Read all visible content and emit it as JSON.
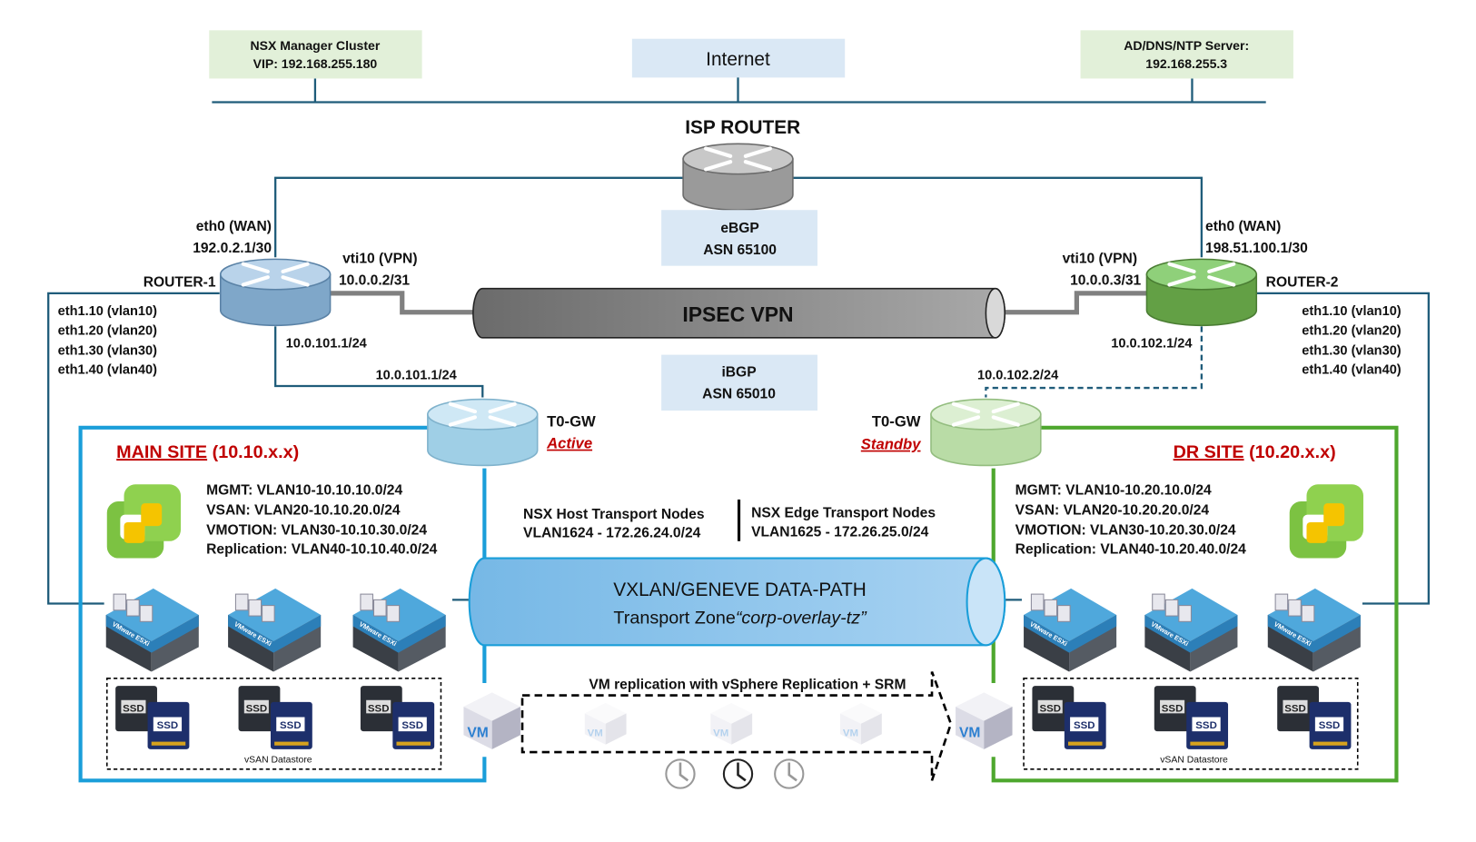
{
  "top": {
    "nsx_manager": {
      "line1": "NSX Manager Cluster",
      "line2": "VIP: 192.168.255.180"
    },
    "internet": "Internet",
    "ad_dns_ntp": {
      "line1": "AD/DNS/NTP Server:",
      "line2": "192.168.255.3"
    }
  },
  "isp_router": {
    "label": "ISP ROUTER"
  },
  "ebgp": {
    "line1": "eBGP",
    "line2": "ASN 65100"
  },
  "ibgp": {
    "line1": "iBGP",
    "line2": "ASN 65010"
  },
  "ipsec": {
    "label": "IPSEC VPN"
  },
  "router1": {
    "name": "ROUTER-1",
    "wan_if": "eth0 (WAN)",
    "wan_ip": "192.0.2.1/30",
    "vpn_if": "vti10 (VPN)",
    "vpn_ip": "10.0.0.2/31",
    "lan_ip": "10.0.101.1/24",
    "subifs": [
      "eth1.10 (vlan10)",
      "eth1.20 (vlan20)",
      "eth1.30 (vlan30)",
      "eth1.40 (vlan40)"
    ]
  },
  "router2": {
    "name": "ROUTER-2",
    "wan_if": "eth0 (WAN)",
    "wan_ip": "198.51.100.1/30",
    "vpn_if": "vti10 (VPN)",
    "vpn_ip": "10.0.0.3/31",
    "lan_ip": "10.0.102.1/24",
    "subifs": [
      "eth1.10 (vlan10)",
      "eth1.20 (vlan20)",
      "eth1.30 (vlan30)",
      "eth1.40 (vlan40)"
    ]
  },
  "t0_main": {
    "label": "T0-GW",
    "state": "Active",
    "uplink_ip": "10.0.101.1/24"
  },
  "t0_dr": {
    "label": "T0-GW",
    "state": "Standby",
    "uplink_ip": "10.0.102.2/24"
  },
  "main_site": {
    "title": "MAIN SITE",
    "subnet": "(10.10.x.x)",
    "vlans": [
      "MGMT: VLAN10-10.10.10.0/24",
      "VSAN: VLAN20-10.10.20.0/24",
      "VMOTION: VLAN30-10.10.30.0/24",
      "Replication: VLAN40-10.10.40.0/24"
    ],
    "datastore": "vSAN Datastore"
  },
  "dr_site": {
    "title": "DR SITE",
    "subnet": "(10.20.x.x)",
    "vlans": [
      "MGMT: VLAN10-10.20.10.0/24",
      "VSAN: VLAN20-10.20.20.0/24",
      "VMOTION: VLAN30-10.20.30.0/24",
      "Replication: VLAN40-10.20.40.0/24"
    ],
    "datastore": "vSAN Datastore"
  },
  "transport": {
    "host": {
      "line1": "NSX Host Transport Nodes",
      "line2": "VLAN1624 - 172.26.24.0/24"
    },
    "edge": {
      "line1": "NSX Edge Transport Nodes",
      "line2": "VLAN1625 - 172.26.25.0/24"
    }
  },
  "overlay": {
    "line1": "VXLAN/GENEVE DATA-PATH",
    "line2_prefix": "Transport Zone",
    "tz_name": "“corp-overlay-tz”"
  },
  "replication": {
    "label": "VM replication with vSphere Replication + SRM",
    "vm_label": "VM",
    "ssd_label": "SSD",
    "esxi_label": "VMware ESXi"
  },
  "colors": {
    "main_site": "#1a9ed9",
    "dr_site": "#4ea72e",
    "link": "#1f5c7a",
    "state_text": "#c00000",
    "green_box": "#e2f0d9",
    "blue_box": "#dae8f5"
  }
}
